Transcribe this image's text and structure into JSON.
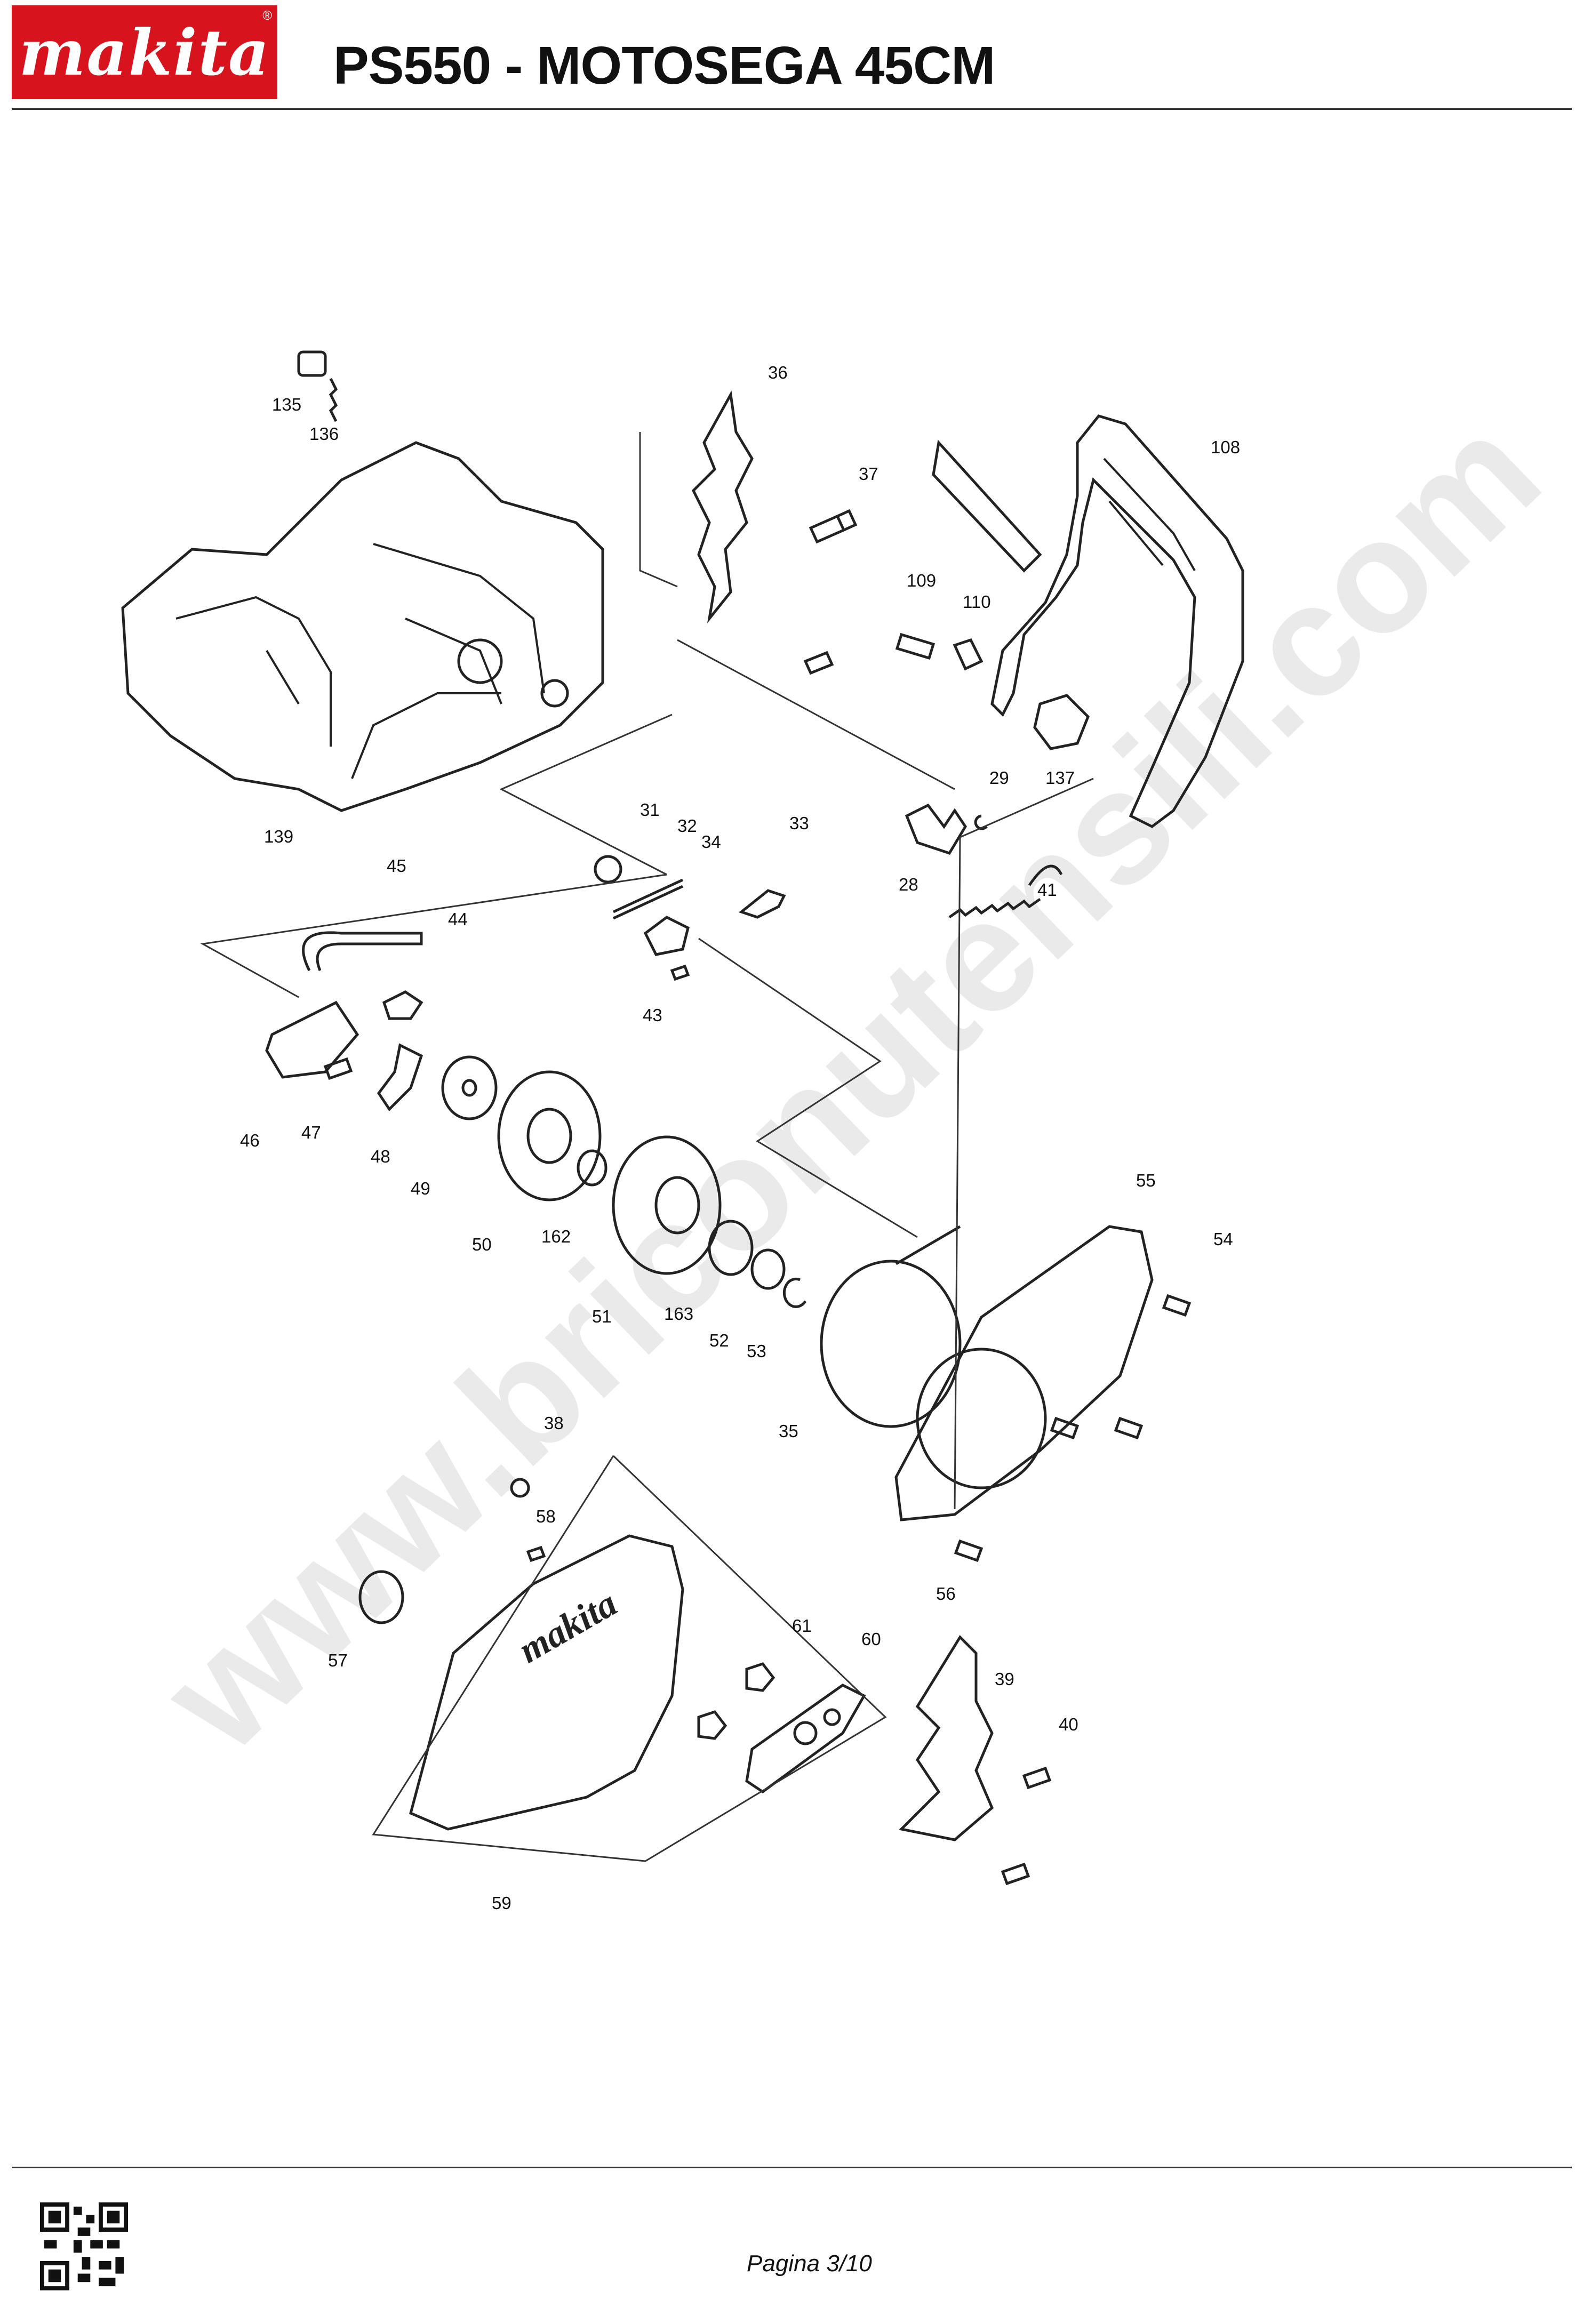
{
  "header": {
    "brand": "makita",
    "title": "PS550 - MOTOSEGA 45CM"
  },
  "watermark": "www.briconutensili.com",
  "callouts": [
    "135",
    "136",
    "139",
    "36",
    "37",
    "108",
    "109",
    "110",
    "137",
    "29",
    "28",
    "41",
    "31",
    "32",
    "34",
    "33",
    "43",
    "45",
    "44",
    "46",
    "47",
    "48",
    "49",
    "50",
    "162",
    "51",
    "163",
    "52",
    "53",
    "35",
    "55",
    "54",
    "56",
    "38",
    "58",
    "57",
    "61",
    "60",
    "39",
    "40",
    "59"
  ],
  "footer": {
    "page": "Pagina 3/10"
  },
  "colors": {
    "brand_red": "#d7141d",
    "line": "#222222"
  }
}
